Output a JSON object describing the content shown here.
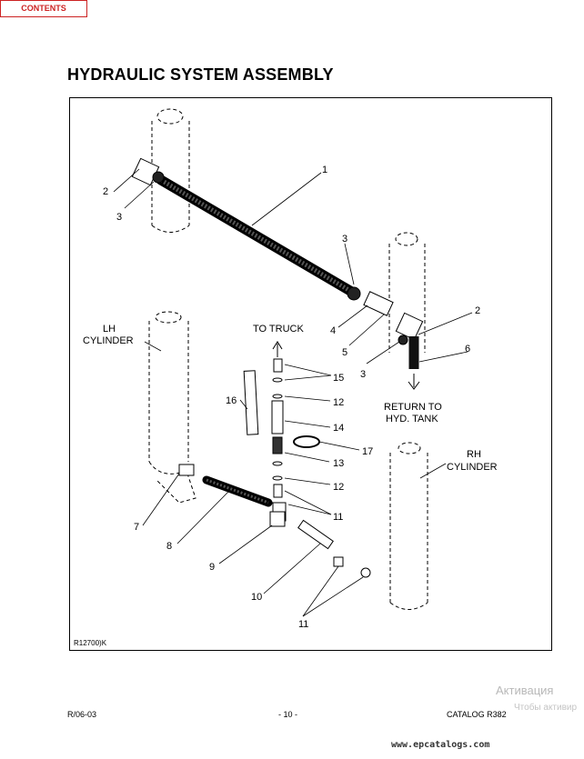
{
  "nav": {
    "contents_label": "CONTENTS"
  },
  "page": {
    "title": "HYDRAULIC SYSTEM ASSEMBLY"
  },
  "figure": {
    "id": "R12700)K",
    "labels": {
      "to_truck": "TO TRUCK",
      "return_line1": "RETURN TO",
      "return_line2": "HYD. TANK",
      "lh_line1": "LH",
      "lh_line2": "CYLINDER",
      "rh_line1": "RH",
      "rh_line2": "CYLINDER"
    },
    "callouts": [
      "1",
      "2",
      "3",
      "3",
      "4",
      "5",
      "2",
      "6",
      "3",
      "15",
      "16",
      "12",
      "14",
      "17",
      "13",
      "12",
      "11",
      "7",
      "8",
      "9",
      "10",
      "11"
    ]
  },
  "footer": {
    "left": "R/06-03",
    "center": "- 10 -",
    "right": "CATALOG R382"
  },
  "watermark": {
    "line1": "Активация",
    "line2": "Чтобы активир"
  },
  "site": {
    "link": "www.epcatalogs.com"
  }
}
